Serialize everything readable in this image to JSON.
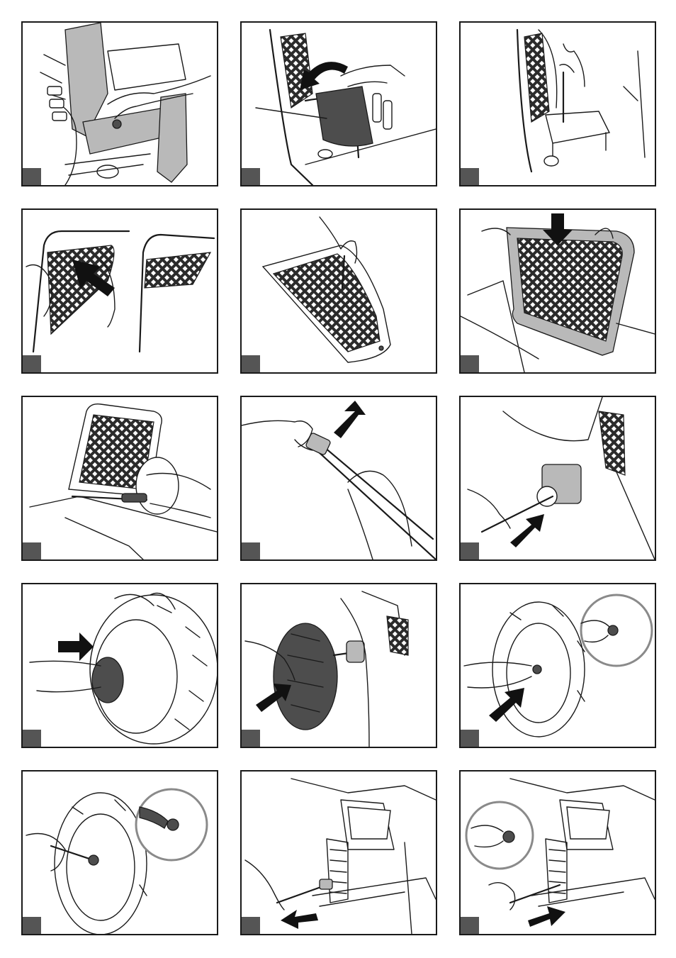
{
  "page": {
    "panels": [
      {
        "id": 1,
        "step_label": "",
        "icon": "seat-screw-removal"
      },
      {
        "id": 2,
        "step_label": "",
        "icon": "seat-lift-off"
      },
      {
        "id": 3,
        "step_label": "",
        "icon": "seat-screwdriver"
      },
      {
        "id": 4,
        "step_label": "",
        "icon": "net-panel-remove"
      },
      {
        "id": 5,
        "step_label": "",
        "icon": "net-panel-screw"
      },
      {
        "id": 6,
        "step_label": "",
        "icon": "net-panel-press"
      },
      {
        "id": 7,
        "step_label": "",
        "icon": "net-panel-tool"
      },
      {
        "id": 8,
        "step_label": "",
        "icon": "axle-cap-push"
      },
      {
        "id": 9,
        "step_label": "",
        "icon": "axle-insert"
      },
      {
        "id": 10,
        "step_label": "",
        "icon": "hubcap-fit"
      },
      {
        "id": 11,
        "step_label": "",
        "icon": "wheel-mount"
      },
      {
        "id": 12,
        "step_label": "",
        "icon": "wheel-nut-zoom"
      },
      {
        "id": 13,
        "step_label": "",
        "icon": "wheel-wrench-zoom"
      },
      {
        "id": 14,
        "step_label": "",
        "icon": "front-axle-pull"
      },
      {
        "id": 15,
        "step_label": "",
        "icon": "front-axle-push-zoom"
      }
    ],
    "colors": {
      "border": "#1a1a1a",
      "tab": "#555555",
      "fill_gray": "#b9b9b9",
      "fill_dark": "#4d4d4d",
      "zoom_ring": "#8a8a8a"
    }
  }
}
